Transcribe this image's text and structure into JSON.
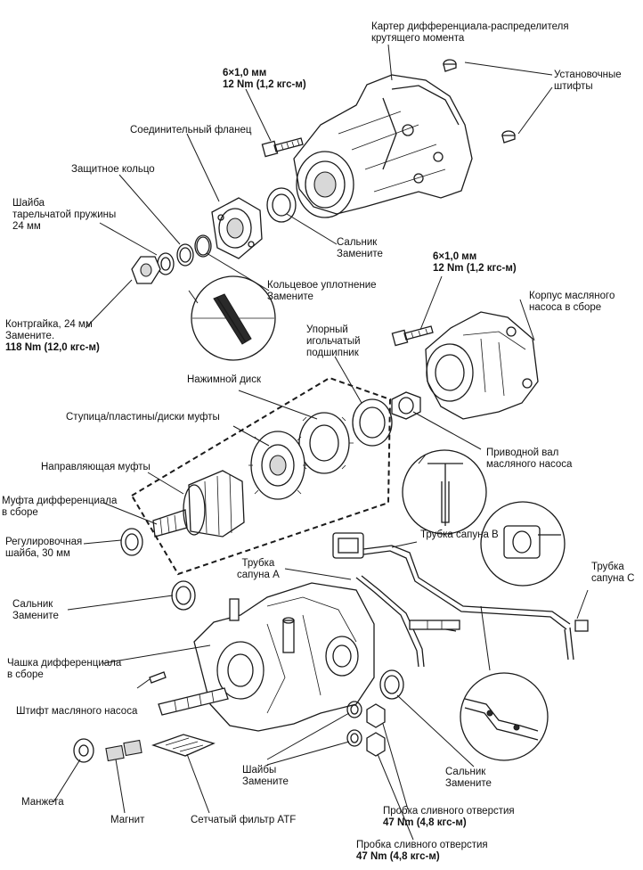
{
  "labels": {
    "carter_line1": "Картер дифференциала-распределителя",
    "carter_line2": "крутящего момента",
    "bolt_top_size": "6×1,0 мм",
    "bolt_top_torque": "12 Nm (1,2 кгс-м)",
    "pins_line1": "Установочные",
    "pins_line2": "штифты",
    "flange": "Соединительный фланец",
    "protect_ring": "Защитное кольцо",
    "washer_line1": "Шайба",
    "washer_line2": "тарельчатой пружины",
    "washer_line3": "24 мм",
    "seal1_line1": "Сальник",
    "seal1_line2": "Замените",
    "bolt_mid_size": "6×1,0 мм",
    "bolt_mid_torque": "12 Nm (1,2 кгс-м)",
    "oring_line1": "Кольцевое уплотнение",
    "oring_line2": "Замените",
    "pump_body_line1": "Корпус масляного",
    "pump_body_line2": "насоса в сборе",
    "locknut_line1": "Контргайка, 24 мм",
    "locknut_line2": "Замените.",
    "locknut_torque": "118 Nm (12,0 кгс-м)",
    "thrust_line1": "Упорный",
    "thrust_line2": "игольчатый",
    "thrust_line3": "подшипник",
    "pressure_disc": "Нажимной диск",
    "hub_plates": "Ступица/пластины/диски муфты",
    "drive_shaft_line1": "Приводной вал",
    "drive_shaft_line2": "масляного насоса",
    "clutch_guide": "Направляющая муфты",
    "diff_clutch_line1": "Муфта дифференциала",
    "diff_clutch_line2": "в сборе",
    "shim_line1": "Регулировочная",
    "shim_line2": "шайба, 30 мм",
    "breather_b": "Трубка сапуна B",
    "breather_a_line1": "Трубка",
    "breather_a_line2": "сапуна A",
    "breather_c_line1": "Трубка",
    "breather_c_line2": "сапуна C",
    "seal2_line1": "Сальник",
    "seal2_line2": "Замените",
    "diff_cup_line1": "Чашка дифференциала",
    "diff_cup_line2": "в сборе",
    "pump_pin": "Штифт масляного насоса",
    "washers_line1": "Шайбы",
    "washers_line2": "Замените",
    "seal3_line1": "Сальник",
    "seal3_line2": "Замените",
    "cuff": "Манжета",
    "magnet": "Магнит",
    "atf_filter": "Сетчатый фильтр ATF",
    "drain1_line1": "Пробка сливного отверстия",
    "drain1_torque": "47 Nm (4,8 кгс-м)",
    "drain2_line1": "Пробка сливного отверстия",
    "drain2_torque": "47 Nm (4,8 кгс-м)"
  }
}
